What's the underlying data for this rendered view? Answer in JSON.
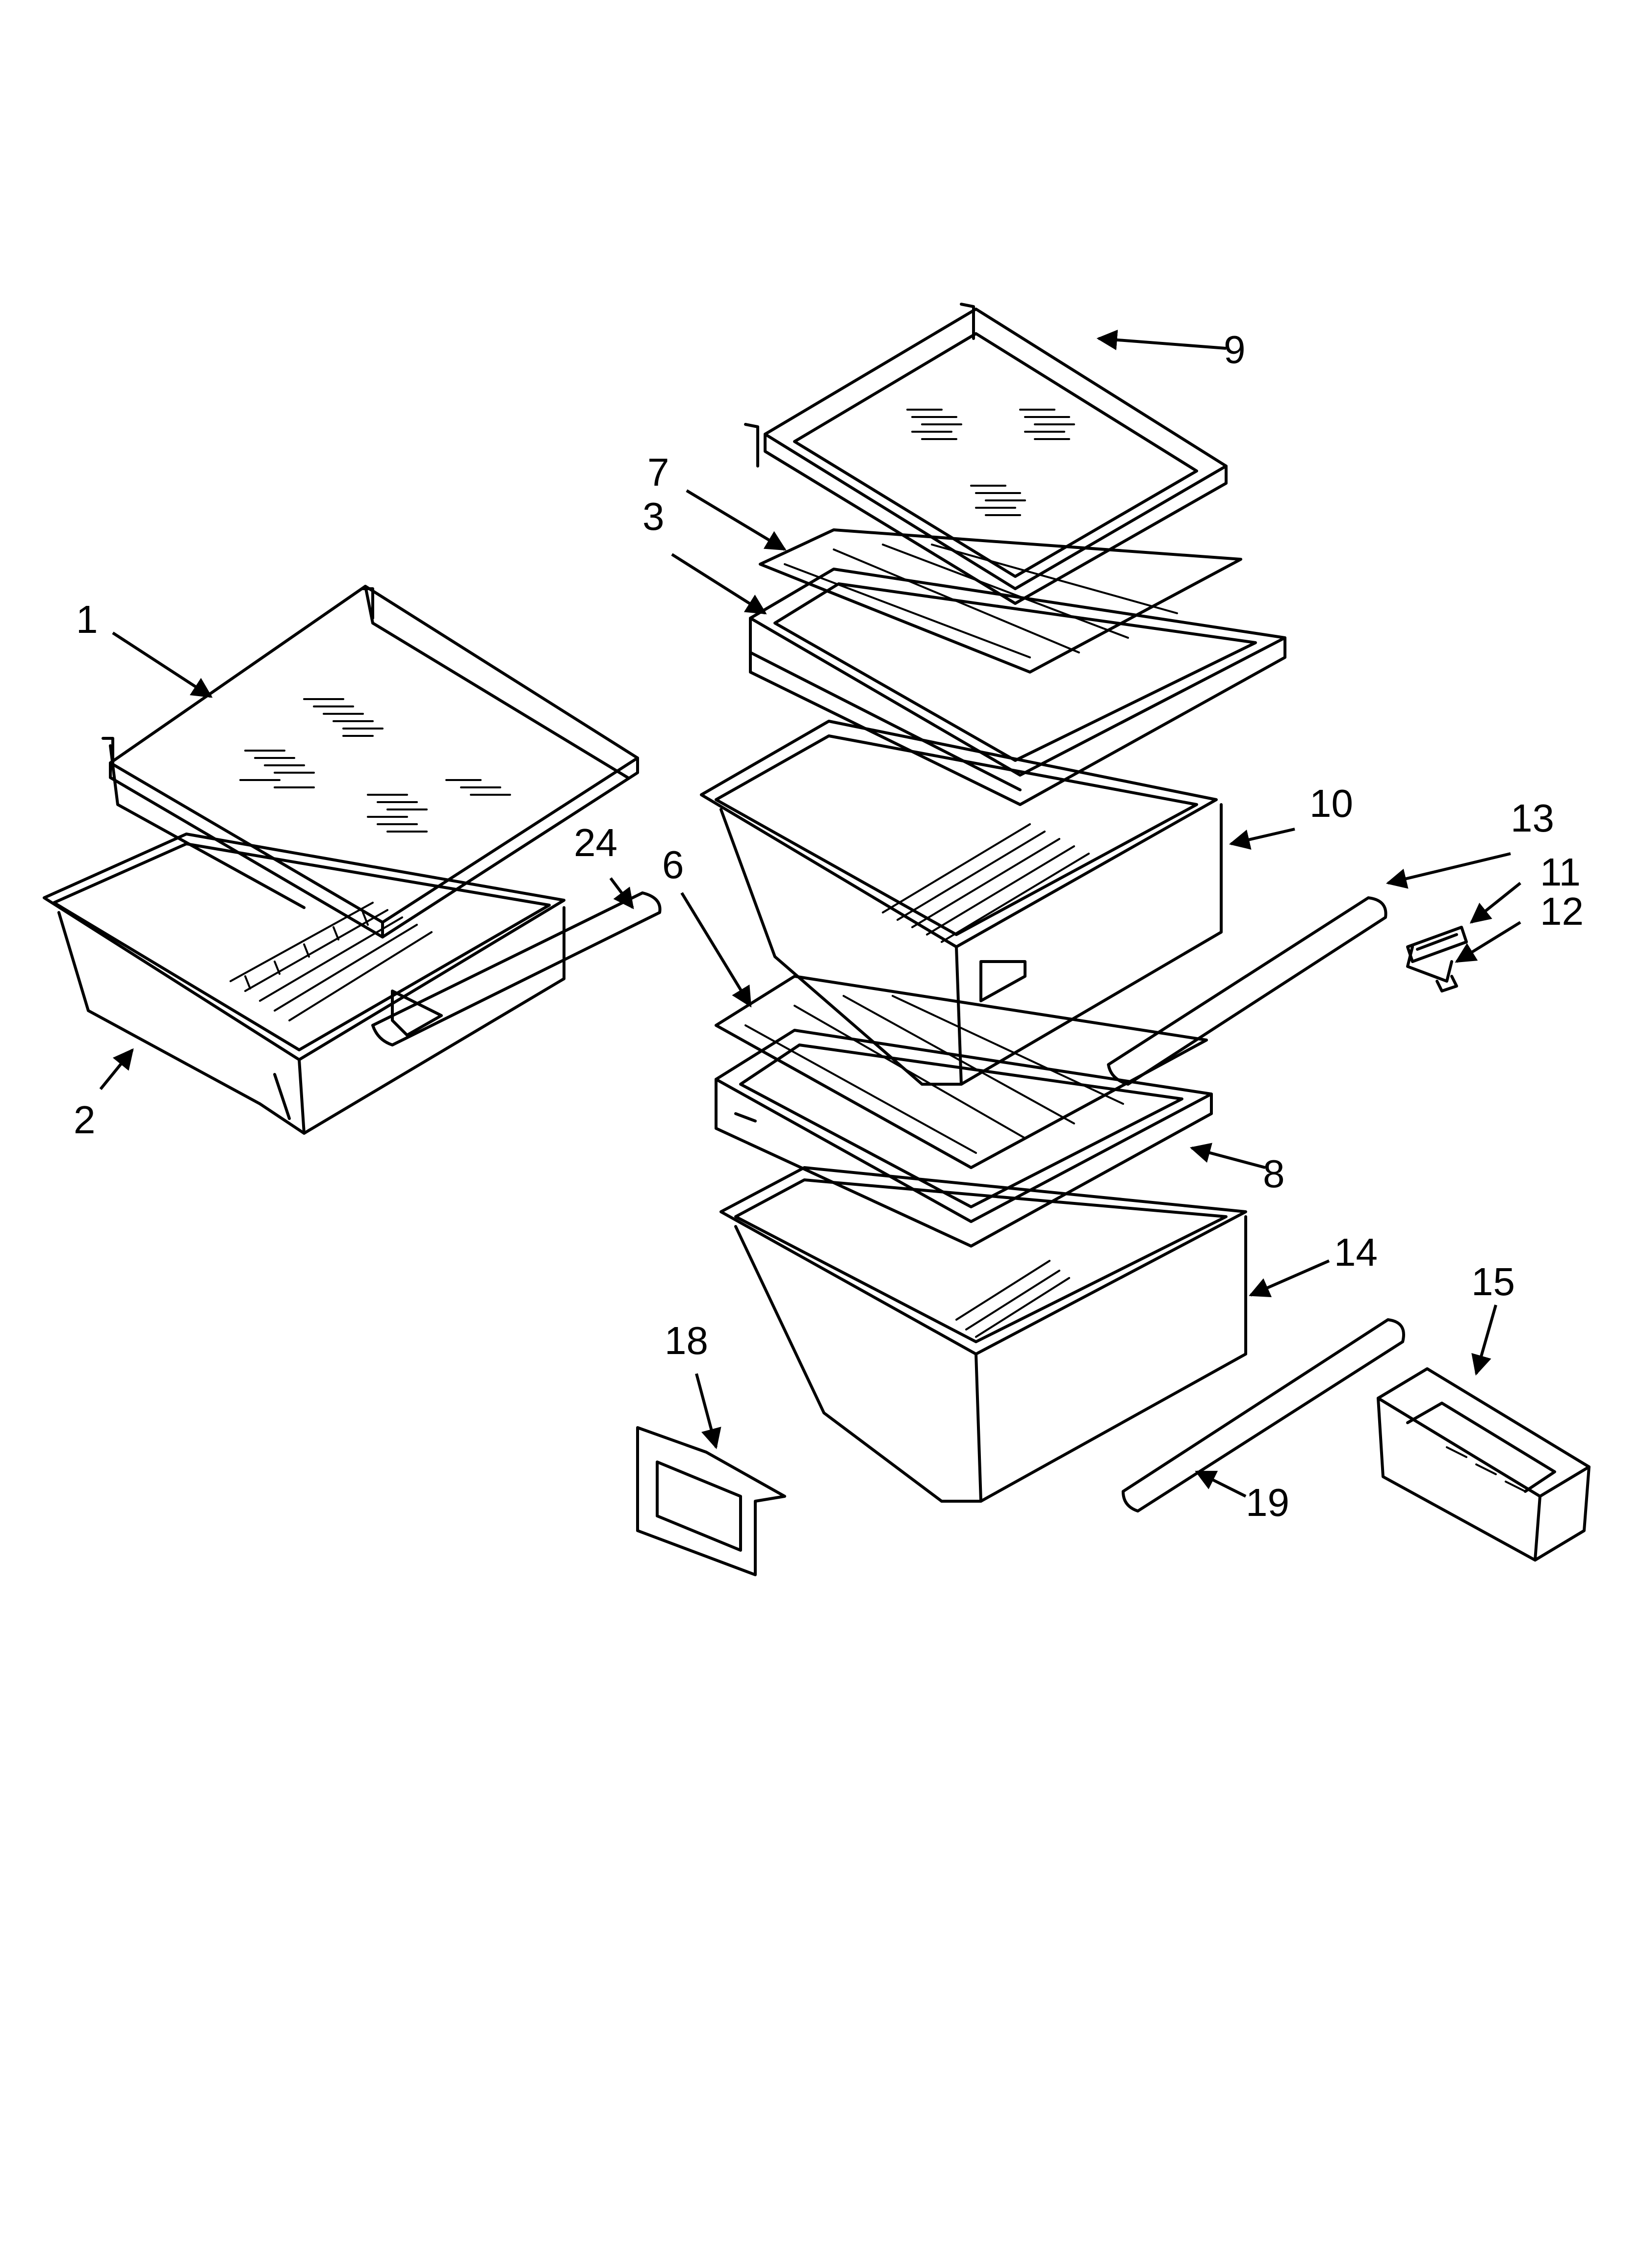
{
  "callouts": [
    {
      "id": "c1",
      "text": "1"
    },
    {
      "id": "c2",
      "text": "2"
    },
    {
      "id": "c3",
      "text": "3"
    },
    {
      "id": "c6",
      "text": "6"
    },
    {
      "id": "c7",
      "text": "7"
    },
    {
      "id": "c8",
      "text": "8"
    },
    {
      "id": "c9",
      "text": "9"
    },
    {
      "id": "c10",
      "text": "10"
    },
    {
      "id": "c11",
      "text": "11"
    },
    {
      "id": "c12",
      "text": "12"
    },
    {
      "id": "c13",
      "text": "13"
    },
    {
      "id": "c14",
      "text": "14"
    },
    {
      "id": "c15",
      "text": "15"
    },
    {
      "id": "c18",
      "text": "18"
    },
    {
      "id": "c19",
      "text": "19"
    },
    {
      "id": "c24",
      "text": "24"
    }
  ]
}
